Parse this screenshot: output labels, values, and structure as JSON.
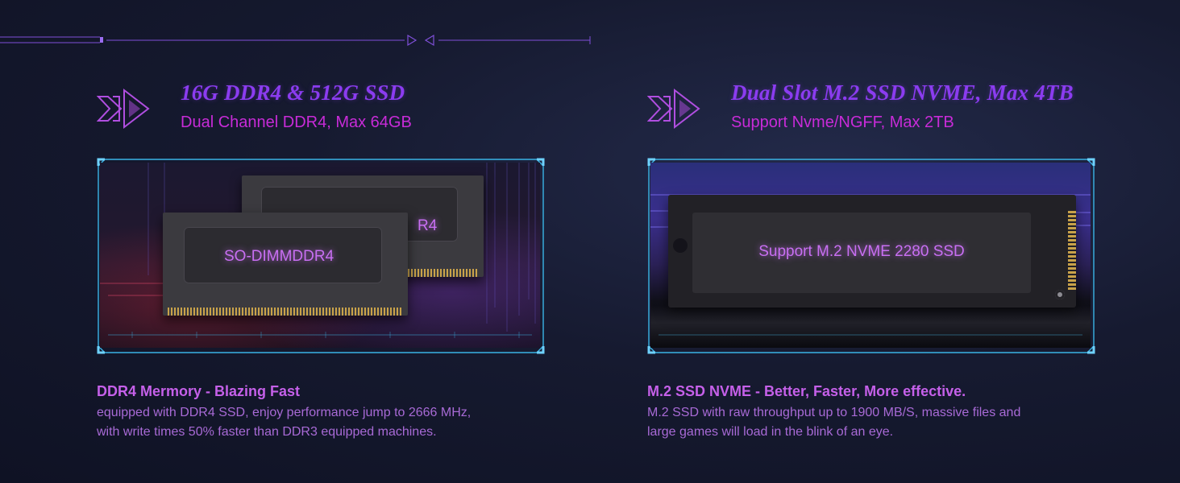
{
  "left": {
    "title": "16G DDR4 & 512G SSD",
    "subtitle": "Dual Channel DDR4, Max 64GB",
    "image_label_back": "R4",
    "image_label_front": "SO-DIMMDDR4",
    "desc_title": "DDR4 Mermory - Blazing Fast",
    "desc_line1": "equipped with DDR4 SSD, enjoy performance jump to 2666 MHz,",
    "desc_line2": "with write times 50% faster than DDR3 equipped machines."
  },
  "right": {
    "title": "Dual Slot M.2 SSD NVME, Max 4TB",
    "subtitle": "Support Nvme/NGFF, Max 2TB",
    "image_label": "Support M.2 NVME 2280 SSD",
    "desc_title": "M.2 SSD NVME - Better, Faster, More effective.",
    "desc_line1": "M.2 SSD with raw throughput up to 1900 MB/S, massive files and",
    "desc_line2": "large games will load in the blink of an eye."
  },
  "colors": {
    "accent_purple": "#8b3cf0",
    "accent_magenta": "#c82bd8",
    "frame_cyan": "#3ab4e6",
    "background": "#161a30"
  },
  "icons": [
    "fast-forward-icon",
    "decorative-divider-icon"
  ]
}
